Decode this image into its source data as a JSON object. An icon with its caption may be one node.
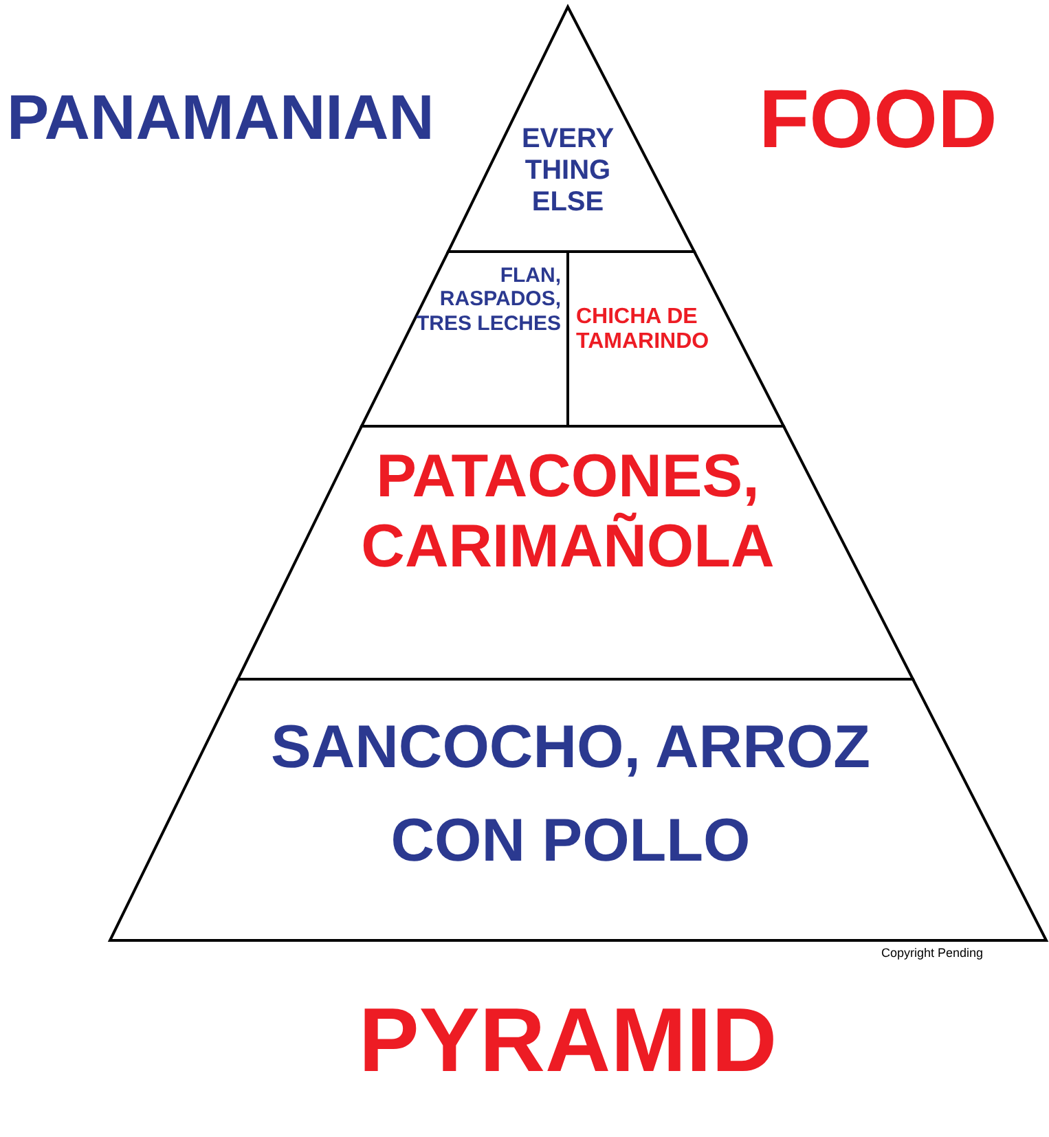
{
  "diagram": {
    "nodes": [
      {
        "text": [
          "EVERY THING ELSE"
        ]
      },
      {
        "text": [
          "FLAN, RASPADOS, TRES LECHES"
        ]
      },
      {
        "text": [
          "CHICHA DE TAMARINDO"
        ]
      },
      {
        "text": [
          "PATACONES, CARIMAÑOLA"
        ]
      },
      {
        "text": [
          "SANCOCHO, ARROZ CON POLLO"
        ]
      }
    ],
    "edges": [],
    "labels": [
      "PANAMANIAN",
      "FOOD",
      "Copyright Pending",
      "PYRAMID"
    ]
  }
}
